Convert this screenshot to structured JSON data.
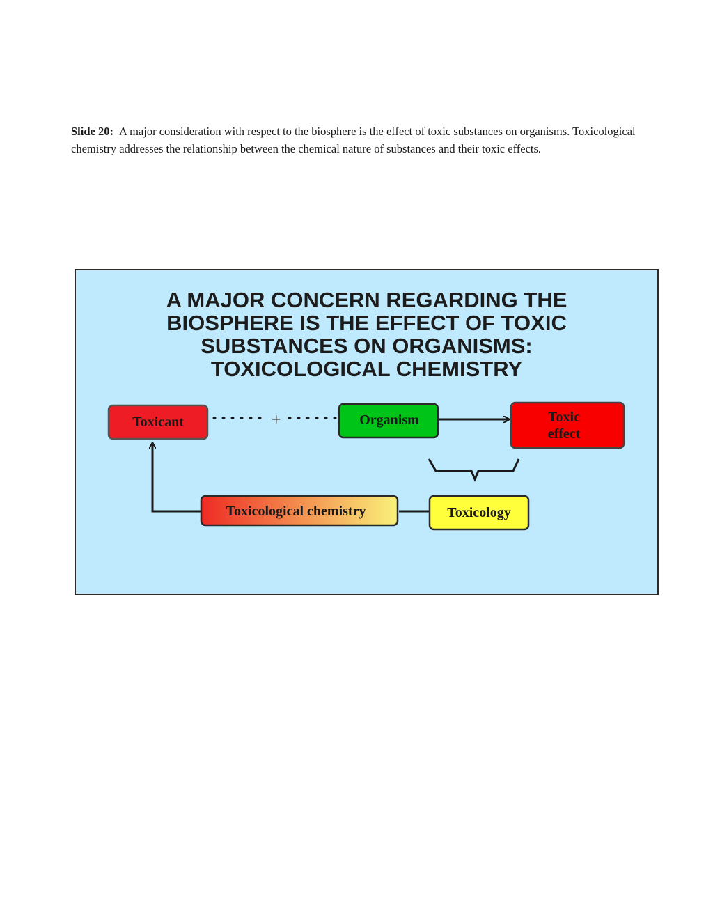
{
  "intro": {
    "label": "Slide 20:",
    "text": "A major consideration with respect to the biosphere is the effect of toxic substances on organisms. Toxicological chemistry addresses the relationship between the chemical nature of substances and their toxic effects."
  },
  "slide": {
    "title": "A MAJOR CONCERN REGARDING THE\nBIOSPHERE IS THE EFFECT OF TOXIC\nSUBSTANCES ON ORGANISMS:\nTOXICOLOGICAL CHEMISTRY",
    "background_color": "#bfe9fc",
    "diagram": {
      "toxicant": "Toxicant",
      "plus": "+",
      "organism": "Organism",
      "toxic_effect_line1": "Toxic",
      "toxic_effect_line2": "effect",
      "toxicological_chemistry": "Toxicological chemistry",
      "toxicology": "Toxicology"
    },
    "colors": {
      "toxicant": "#ee1c24",
      "organism": "#00c417",
      "toxic_effect": "#f90000",
      "toxicology": "#ffff3c",
      "gradient_start": "#ee2a24",
      "gradient_end": "#f9f27a"
    }
  }
}
